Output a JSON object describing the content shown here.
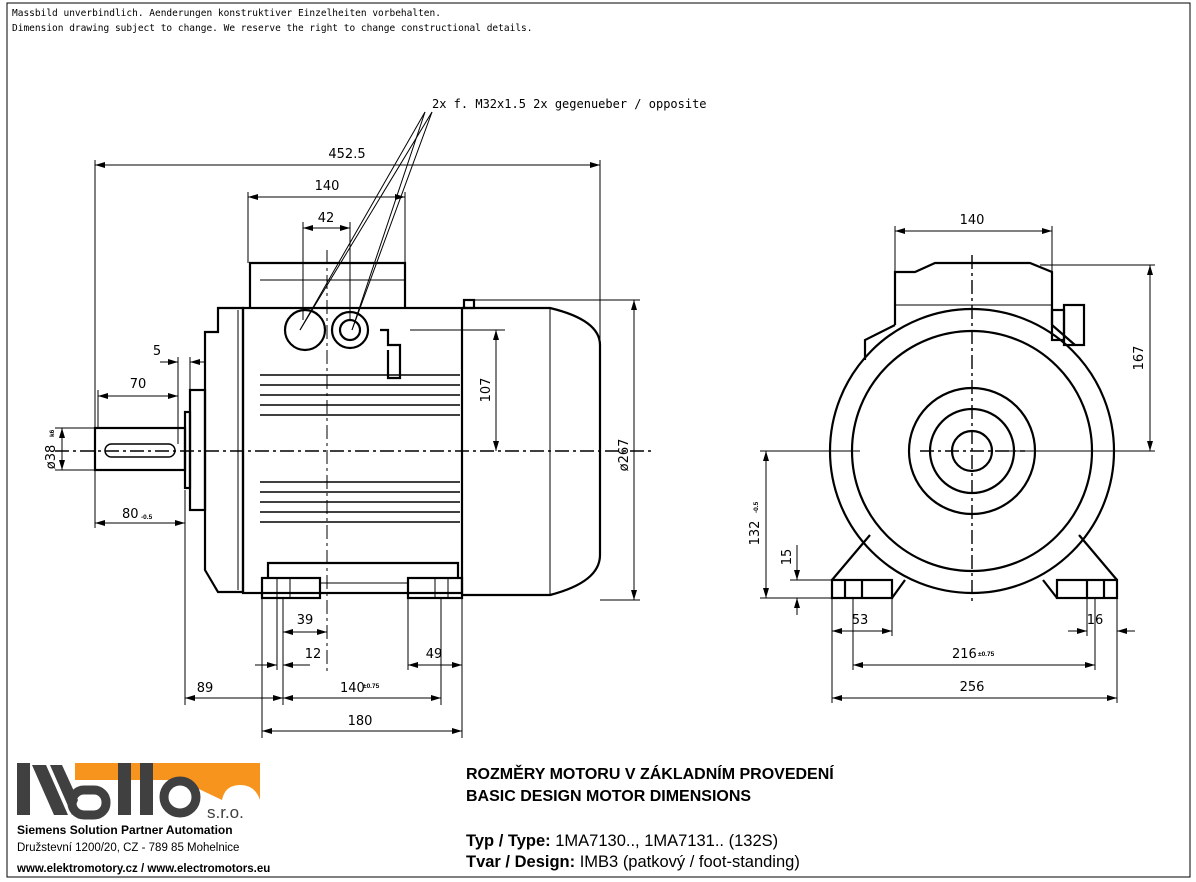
{
  "notes": {
    "line1": "Massbild unverbindlich. Aenderungen konstruktiver Einzelheiten vorbehalten.",
    "line2": "Dimension drawing subject to change. We reserve the right to change constructional details."
  },
  "leader_text": "2x f. M32x1.5  2x gegenueber / opposite",
  "side_view": {
    "overall_length": "452.5",
    "terminal_box_width": "140",
    "gland_spacing": "42",
    "shoulder": "5",
    "key_length": "70",
    "shaft_diameter": "ø38",
    "shaft_diameter_tol": "k6",
    "shaft_length": "80",
    "shaft_length_tol": "-0.5",
    "box_height": "107",
    "housing_diameter": "ø267",
    "dim_39": "39",
    "dim_12": "12",
    "dim_49": "49",
    "dim_89": "89",
    "foot_hole_spacing": "140",
    "foot_hole_spacing_tol": "±0.75",
    "foot_length": "180"
  },
  "front_view": {
    "box_width": "140",
    "box_height": "167",
    "shaft_height": "132",
    "shaft_height_tol": "-0.5",
    "foot_height": "15",
    "foot_width": "53",
    "hole_diameter": "16",
    "hole_spacing": "216",
    "hole_spacing_tol": "±0.75",
    "overall_width": "256"
  },
  "company": {
    "logo_text": "Kvello",
    "suffix": "s.r.o.",
    "tagline": "Siemens Solution Partner Automation",
    "address": "Družstevní 1200/20, CZ - 789 85 Mohelnice",
    "websites": "www.elektromotory.cz / www.electromotors.eu",
    "brand_orange": "#f7941d",
    "brand_gray": "#404040"
  },
  "title_block": {
    "title_cz": "ROZMĚRY MOTORU V ZÁKLADNÍM PROVEDENÍ",
    "title_en": "BASIC DESIGN MOTOR DIMENSIONS",
    "type_label": "Typ / Type:",
    "type_value": "1MA7130.., 1MA7131.. (132S)",
    "design_label": "Tvar / Design:",
    "design_value": "IMB3 (patkový / foot-standing)"
  }
}
